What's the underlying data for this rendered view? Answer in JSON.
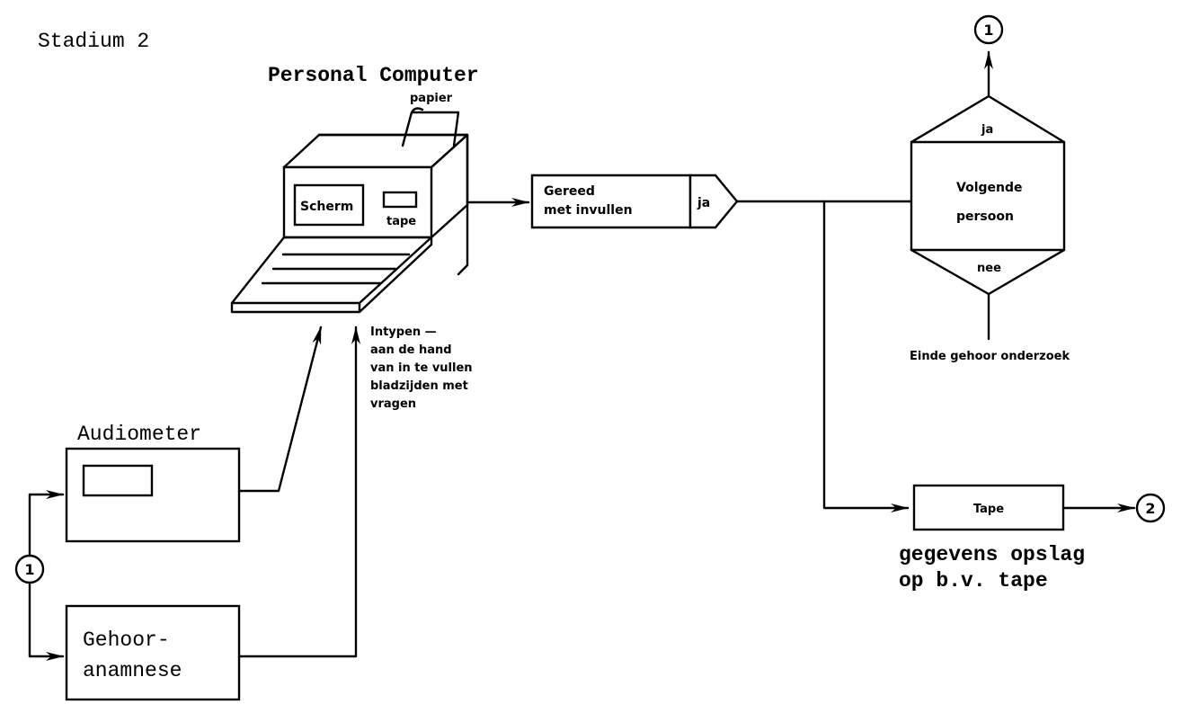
{
  "stage_title": "Stadium 2",
  "computer": {
    "title": "Personal Computer",
    "paper_label": "papier",
    "screen_label": "Scherm",
    "tape_label": "tape"
  },
  "typing_note": [
    "Intypen —",
    "aan de hand",
    "van in te vullen",
    "bladzijden met",
    "vragen"
  ],
  "done_box": {
    "lines": [
      "Gereed",
      "met invullen"
    ],
    "yes_label": "ja"
  },
  "next_person": {
    "lines": [
      "Volgende",
      "persoon"
    ],
    "yes_label": "ja",
    "no_label": "nee",
    "end_label": "Einde gehoor onderzoek"
  },
  "tape_box": {
    "label": "Tape",
    "caption_lines": [
      "gegevens opslag",
      "op b.v. tape"
    ]
  },
  "connectors": {
    "top_right": "1",
    "tape_out": "2",
    "left_start": "1"
  },
  "audiometer": {
    "label": "Audiometer"
  },
  "anamnese": {
    "lines": [
      "Gehoor-",
      "anamnese"
    ]
  }
}
